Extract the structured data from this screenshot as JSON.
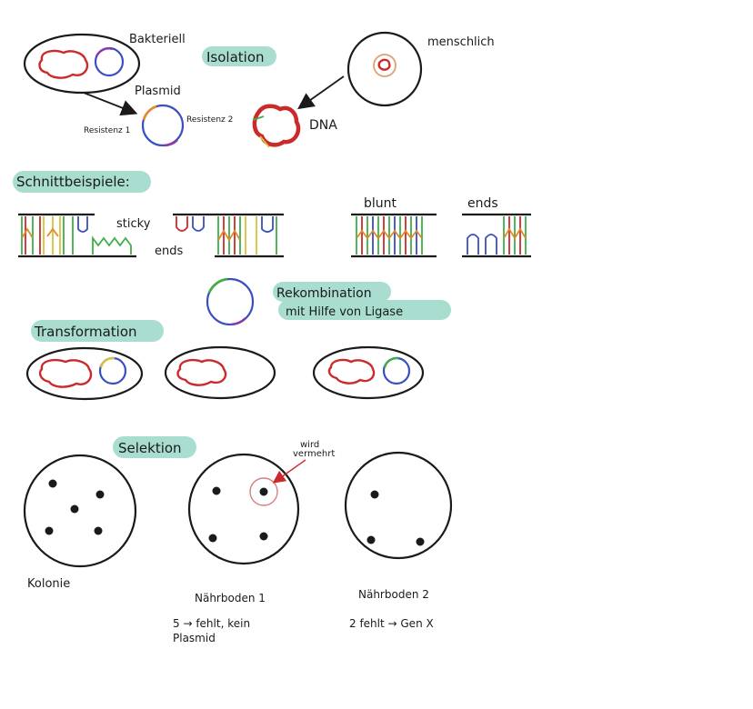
{
  "labels": {
    "bakteriell": "Bakteriell",
    "isolation": "Isolation",
    "menschlich": "menschlich",
    "plasmid": "Plasmid",
    "resistenz1": "Resistenz 1",
    "resistenz2": "Resistenz 2",
    "dna": "DNA",
    "schnittbeispiele": "Schnittbeispiele:",
    "sticky": "sticky",
    "ends_sticky": "ends",
    "blunt": "blunt",
    "ends_blunt": "ends",
    "rekombination_line1": "Rekombination",
    "rekombination_line2": "mit Hilfe von Ligase",
    "transformation": "Transformation",
    "selektion": "Selektion",
    "wird_line1": "wird",
    "wird_line2": "vermehrt",
    "kolonie": "Kolonie",
    "naehrboden1": "Nährboden 1",
    "naehrboden2": "Nährboden 2",
    "note1_line1": "5 → fehlt, kein",
    "note1_line2": "Plasmid",
    "note2": "2 fehlt → Gen X"
  },
  "colors": {
    "highlight": "#a8ddd0",
    "red_dna": "#cc2a2a",
    "plasmid_blue": "#3a4fc0",
    "plasmid_purple": "#8a3aa8",
    "green": "#3fae4a",
    "orange": "#e08a2a",
    "yellow": "#d8c23a"
  }
}
